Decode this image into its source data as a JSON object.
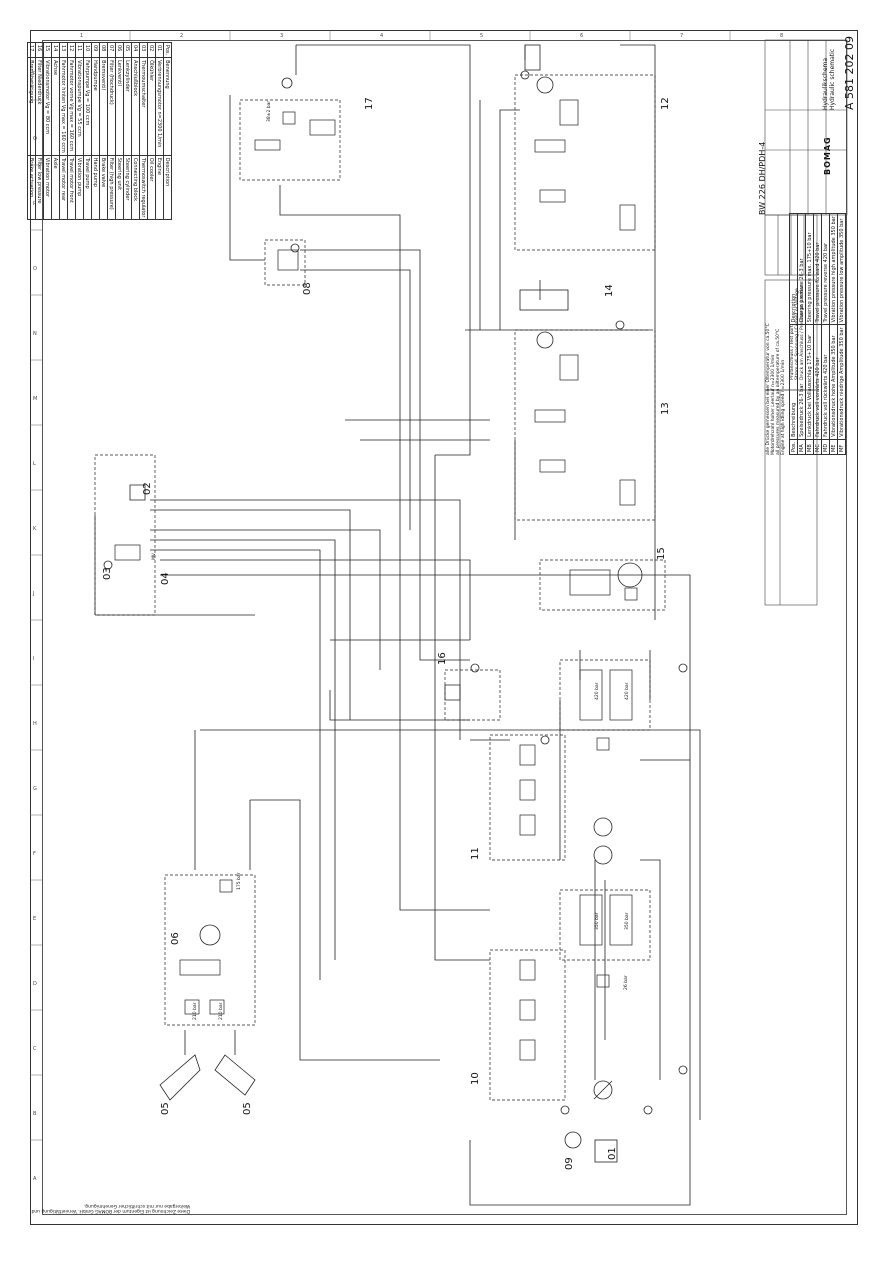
{
  "drawing": {
    "title_de": "Hydraulikschema",
    "title_en": "Hydraulic schematic",
    "machine": "BW 226 DH/PDH-4",
    "number": "A 581 202 09",
    "logo": "BOMAG"
  },
  "parts_list": {
    "headers": [
      "Pos.",
      "Benennung",
      "Description"
    ],
    "rows": [
      [
        "01",
        "Verbrennungsmotor   n=2300 1/min",
        "Engine"
      ],
      [
        "02",
        "Ölkühler",
        "Oil cooler"
      ],
      [
        "03",
        "Thermoumschalter",
        "Thermoswitch regulator"
      ],
      [
        "04",
        "Anschlußblock",
        "Connecting block"
      ],
      [
        "05",
        "Lenkzylinder",
        "Steering cylinder"
      ],
      [
        "06",
        "Lenkventil",
        "Steering unit"
      ],
      [
        "07",
        "Filter (Hochdruck)",
        "Filter (high pressure)"
      ],
      [
        "08",
        "Bremsventil",
        "Brake valve"
      ],
      [
        "09",
        "Handpumpe",
        "Hand pump"
      ],
      [
        "10",
        "Fahrpumpe   Vg = 100 ccm",
        "Travel pump"
      ],
      [
        "11",
        "Vibrationspumpe   Vg = 55 ccm",
        "Vibration pump"
      ],
      [
        "12",
        "Fahrmotor vorne   Vg max = 160 ccm",
        "Travel motor front"
      ],
      [
        "13",
        "Fahrmotor hinten   Vg max = 160 ccm",
        "Travel motor rear"
      ],
      [
        "14",
        "Achse",
        "Axle"
      ],
      [
        "15",
        "Vibrationsmotor   Vg = 80 ccm",
        "Vibration motor"
      ],
      [
        "16",
        "Filter Niederdruck",
        "Filter low pressure"
      ],
      [
        "17",
        "Bremsbetätigung",
        "Brake actuation"
      ]
    ]
  },
  "notes": {
    "line1": "alle Drücke gemessen bei einer Öltemperatur von ca.50°C",
    "line2": "Motordrehzahl hoher Leerlauf n=2300 1/min",
    "line3": "all pressures measured by an oiltemperature of ca.50°C",
    "line4": "Engine at high idling speed n=2300 1/min"
  },
  "pressure_table": {
    "headers": [
      "Pos.",
      "Beschreibung",
      "Description"
    ],
    "rows": [
      [
        "MA",
        "Speisedruck 26-3 bar",
        "Charge pressure 26-3 bar"
      ],
      [
        "MB",
        "Lenkdruck bei Vollausschlag 175+10 bar",
        "Steering pressure max. 175+10 bar"
      ],
      [
        "MC",
        "Fahrdruck voll vorwärts 420 bar",
        "Travel pressure forward 420 bar"
      ],
      [
        "MD",
        "Fahrdruck voll rückwärts 420 bar",
        "Travel pressure reverse 420 bar"
      ],
      [
        "ME",
        "Vibrationsdruck hohe Amplitude 350 bar",
        "Vibration pressure high amplitude 350 bar"
      ],
      [
        "MF",
        "Vibrationsdruck niedrige Amplitude 350 bar",
        "Vibration pressure low amplitude 350 bar"
      ]
    ]
  },
  "legend": {
    "title": "Prüfanschluss / Test port",
    "row1": "Strom od. Spannung / Current or Voltage",
    "row2": "Druck am Anschluss / Pressure on junction"
  },
  "component_labels": [
    "01",
    "02",
    "03",
    "04",
    "05",
    "05",
    "06",
    "08",
    "09",
    "10",
    "11",
    "12",
    "13",
    "14",
    "15",
    "16",
    "17"
  ],
  "grid": {
    "columns": [
      "1",
      "2",
      "3",
      "4",
      "5",
      "6",
      "7",
      "8"
    ],
    "rows": [
      "A",
      "B",
      "C",
      "D",
      "E",
      "F",
      "G",
      "H",
      "I",
      "J",
      "K",
      "L",
      "M",
      "N",
      "O",
      "P",
      "Q",
      "R"
    ]
  },
  "footer_note": "Diese Zeichnung ist Eigentum der BOMAG GmbH. Vervielfältigung und Weitergabe nur mit schriftlicher Genehmigung.",
  "valve_text": {
    "mv": "MV",
    "bar350": "350 bar",
    "bar420": "420 bar",
    "bar38": "38±2 bar",
    "bar26": "26 bar",
    "bar210": "210 bar",
    "bar175": "175 bar"
  }
}
